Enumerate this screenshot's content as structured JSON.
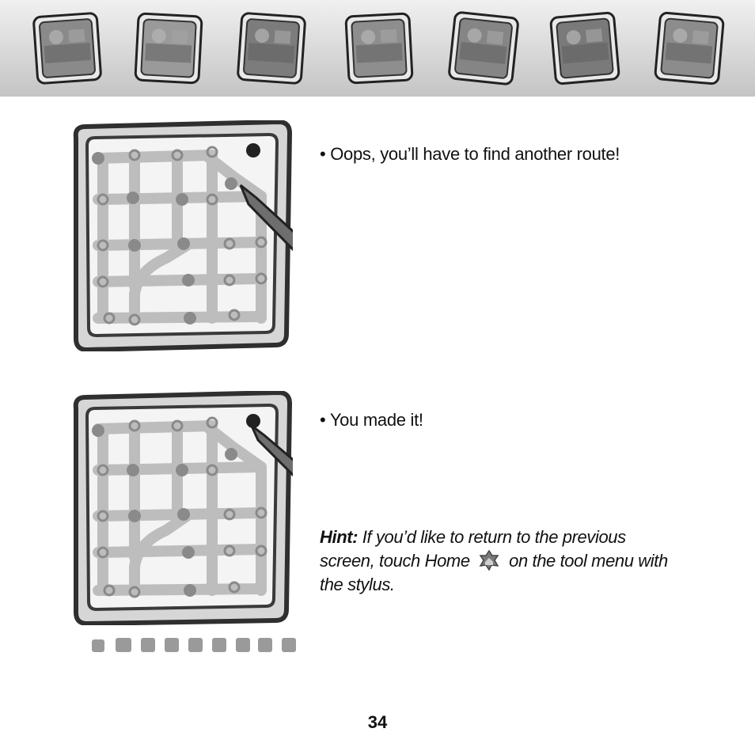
{
  "header": {
    "thumbnails": [
      {
        "name": "thumb-1",
        "tone": "#8a8a8a"
      },
      {
        "name": "thumb-2",
        "tone": "#9a9a9a"
      },
      {
        "name": "thumb-3",
        "tone": "#7c7c7c"
      },
      {
        "name": "thumb-4",
        "tone": "#8e8e8e"
      },
      {
        "name": "thumb-5",
        "tone": "#858585"
      },
      {
        "name": "thumb-6",
        "tone": "#7a7a7a"
      },
      {
        "name": "thumb-7",
        "tone": "#8c8c8c"
      }
    ]
  },
  "steps": [
    {
      "bullet": "• Oops, you’ll have to find another route!"
    },
    {
      "bullet": "• You made it!"
    }
  ],
  "hint": {
    "label": "Hint:",
    "text_before": " If you’d like to return to the previous screen, touch Home ",
    "text_after": " on the tool menu with the stylus.",
    "icon": "home-icon"
  },
  "page_number": "34",
  "colors": {
    "header_band": "#d0d0d0",
    "screen_frame": "#3a3a3a",
    "road": "#bdbdbd",
    "dot": "#8a8a8a",
    "stylus": "#6e6e6e"
  }
}
